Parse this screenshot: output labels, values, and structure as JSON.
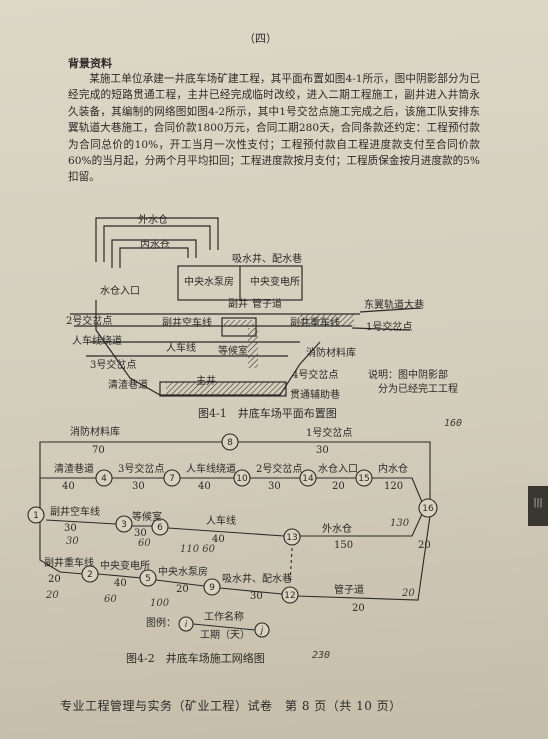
{
  "section_number": "（四）",
  "heading": "背景资料",
  "paragraph": "某施工单位承建一井底车场矿建工程，其平面布置如图4-1所示，图中阴影部分为已经完成的短路贯通工程，主井已经完成临时改绞，进入二期工程施工，副井进入井筒永久装备，其编制的网络图如图4-2所示，其中1号交岔点施工完成之后，该施工队安排东翼轨道大巷施工，合同价款1800万元，合同工期280天，合同条款还约定：工程预付款为合同总价的10%，开工当月一次性支付；工程预付款自工程进度款支付至合同价款60%的当月起，分两个月平均扣回；工程进度款按月支付；工程质保金按月进度款的5%扣留。",
  "figure1": {
    "caption": "图4-1　井底车场平面布置图",
    "labels": {
      "waishuicang": "外水仓",
      "neishuicang": "内水仓",
      "xishuijing": "吸水井、配水巷",
      "shuicang_entry": "水仓入口",
      "zhongyang_shuibengfang": "中央水泵房",
      "zhongyang_biandiansuo": "中央变电所",
      "fujing": "副井",
      "guanzidao": "管子道",
      "dongyi": "东翼轨道大巷",
      "cross2": "2号交岔点",
      "fujing_kongche": "副井空车线",
      "fujing_zhongche": "副井重车线",
      "cross1": "1号交岔点",
      "renche_raodao": "人车线绕道",
      "renchexian": "人车线",
      "denghoushi": "等候室",
      "xiaofang": "消防材料库",
      "cross3": "3号交岔点",
      "qingzha": "清渣巷道",
      "zhujing": "主井",
      "cross4": "4号交岔点",
      "guantong": "贯通辅助巷",
      "note_line1": "说明：图中阴影部",
      "note_line2": "分为已经完工工程"
    }
  },
  "figure2": {
    "caption": "图4-2　井底车场施工网络图",
    "edge_labels": {
      "e1_8_name": "消防材料库",
      "e1_8_dur": "70",
      "e8_16_name": "1号交岔点",
      "e8_16_dur": "30",
      "e1_4_name": "清渣巷道",
      "e1_4_dur": "40",
      "e4_7_name": "3号交岔点",
      "e4_7_dur": "30",
      "e7_10_name": "人车线绕道",
      "e7_10_dur": "40",
      "e10_14_name": "2号交岔点",
      "e10_14_dur": "30",
      "e14_15_name": "水仓入口",
      "e14_15_dur": "20",
      "e15_16_name": "内水仓",
      "e15_16_dur": "120",
      "e1_3_name": "副井空车线",
      "e1_3_dur": "30",
      "e3_6_name": "等候室",
      "e3_6_dur": "30",
      "e6_13_name": "人车线",
      "e6_13_dur": "40",
      "e13_16_name": "外水仓",
      "e13_16_dur": "150",
      "e1_2_name": "副井重车线",
      "e1_2_dur": "20",
      "e2_5_name": "中央变电所",
      "e2_5_dur": "40",
      "e5_9_name": "中央水泵房",
      "e5_9_dur": "20",
      "e9_12_name": "吸水井、配水巷",
      "e9_12_dur": "30",
      "e12_16_name": "管子道",
      "e12_16_dur": "20",
      "edge16_dur": "20"
    },
    "nodes": [
      "1",
      "2",
      "3",
      "4",
      "5",
      "6",
      "7",
      "8",
      "9",
      "10",
      "12",
      "13",
      "14",
      "15",
      "16"
    ],
    "legend": {
      "title": "图例：",
      "name": "工作名称",
      "duration": "工期（天）",
      "node_i": "i",
      "node_j": "j"
    },
    "handwriting": {
      "h160": "160",
      "h230": "230",
      "hA": "30",
      "hB": "60",
      "hC": "110 60",
      "hD": "100",
      "hE": "130",
      "hF": "20",
      "hG": "60",
      "hH": "20"
    }
  },
  "footer": "专业工程管理与实务（矿业工程）试卷　第 8 页（共 10 页）",
  "margin_tab": "|||"
}
